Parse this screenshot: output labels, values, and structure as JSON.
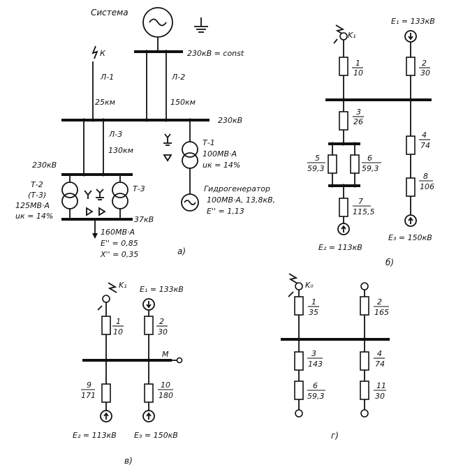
{
  "diagram_a": {
    "system": "Система",
    "fault": "К",
    "bus_system": "230кВ = const",
    "line1": "Л-1",
    "line1_len": "25км",
    "line2": "Л-2",
    "line2_len": "150км",
    "bus_main": "230кВ",
    "line3": "Л-3",
    "line3_len": "130км",
    "bus_left": "230кВ",
    "t2_name1": "Т-2",
    "t2_name2": "(Т-3)",
    "t2_rating": "125МВ·А",
    "t2_uk": "uк = 14%",
    "t3_name": "Т-3",
    "bus_lv": "37кВ",
    "load_rating": "160МВ·А",
    "load_e": "E'' = 0,85",
    "load_x": "X'' = 0,35",
    "t1_name": "Т-1",
    "t1_rating": "100МВ·А",
    "t1_uk": "uк = 14%",
    "gen_name": "Гидрогенератор",
    "gen_rating": "100МВ·А, 13,8кВ,",
    "gen_e": "E'' = 1,13",
    "caption": "а)"
  },
  "diagram_b": {
    "fault": "K₁",
    "e1": "E₁ = 133кВ",
    "r1_n": "1",
    "r1_v": "10",
    "r2_n": "2",
    "r2_v": "30",
    "r3_n": "3",
    "r3_v": "26",
    "r4_n": "4",
    "r4_v": "74",
    "r5_n": "5",
    "r5_v": "59,3",
    "r6_n": "6",
    "r6_v": "59,3",
    "r7_n": "7",
    "r7_v": "115,5",
    "r8_n": "8",
    "r8_v": "106",
    "e2": "E₂ = 113кВ",
    "e3": "E₃ = 150кВ",
    "caption": "б)"
  },
  "diagram_c": {
    "fault": "K₁",
    "e1": "E₁ = 133кВ",
    "r1_n": "1",
    "r1_v": "10",
    "r2_n": "2",
    "r2_v": "30",
    "node_m": "М",
    "r9_n": "9",
    "r9_v": "171",
    "r10_n": "10",
    "r10_v": "180",
    "e2": "E₂ = 113кВ",
    "e3": "E₃ = 150кВ",
    "caption": "в)"
  },
  "diagram_d": {
    "fault": "K₀",
    "r1_n": "1",
    "r1_v": "35",
    "r2_n": "2",
    "r2_v": "165",
    "r3_n": "3",
    "r3_v": "143",
    "r4_n": "4",
    "r4_v": "74",
    "r6_n": "6",
    "r6_v": "59,3",
    "r11_n": "11",
    "r11_v": "30",
    "caption": "г)"
  }
}
